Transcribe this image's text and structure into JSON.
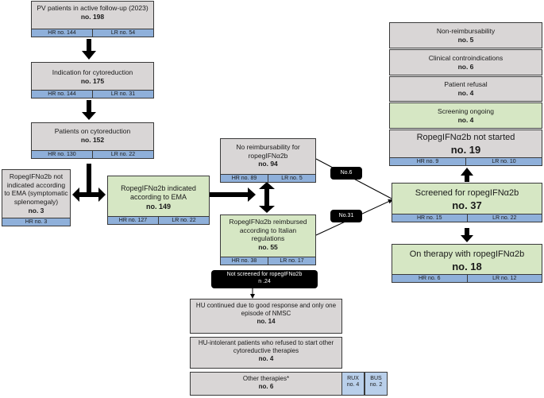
{
  "pv_patients": {
    "label": "PV patients in active follow-up (2023)",
    "num": "no. 198",
    "hr": "HR no. 144",
    "lr": "LR no. 54"
  },
  "indication": {
    "label": "Indication for cytoreduction",
    "num": "no. 175",
    "hr": "HR no. 144",
    "lr": "LR no. 31"
  },
  "on_cyto": {
    "label": "Patients on cytoreduction",
    "num": "no. 152",
    "hr": "HR no. 130",
    "lr": "LR no. 22"
  },
  "not_indicated": {
    "label": "RopegIFNα2b not indicated according to EMA (symptomatic splenomegaly)",
    "num": "no. 3",
    "hr": "HR no. 3"
  },
  "indicated": {
    "label": "RopegIFNα2b indicated according to EMA",
    "num": "no. 149",
    "hr": "HR no. 127",
    "lr": "LR no. 22"
  },
  "no_reimb": {
    "label": "No reimbursability for ropegIFNα2b",
    "num": "no. 94",
    "hr": "HR no. 89",
    "lr": "LR no. 5"
  },
  "reimbursed": {
    "label": "RopegIFNα2b reimbursed according to Italian regulations",
    "num": "no. 55",
    "hr": "HR no. 38",
    "lr": "LR no. 17"
  },
  "tag_no6": "No.6",
  "tag_no31": "No.31",
  "not_screened": {
    "line1": "Not screened for ropegIFNα2b",
    "line2": "n .24"
  },
  "hu_continued": {
    "label": "HU continued due to good response and only one episode of NMSC",
    "num": "no. 14"
  },
  "hu_intolerant": {
    "label": "HU-intolerant patients who refused to start other cytoreductive therapies",
    "num": "no. 4"
  },
  "other_therapies": {
    "label": "Other therapies*",
    "num": "no. 6",
    "rux_label": "RUX",
    "rux_num": "no. 4",
    "bus_label": "BUS",
    "bus_num": "no. 2"
  },
  "non_reimb": {
    "label": "Non-reimbursability",
    "num": "no. 5"
  },
  "clinical_contra": {
    "label": "Clinical controindications",
    "num": "no. 6"
  },
  "refusal": {
    "label": "Patient refusal",
    "num": "no. 4"
  },
  "screening_ongoing": {
    "label": "Screening ongoing",
    "num": "no. 4"
  },
  "not_started": {
    "label": "RopegIFNα2b not started",
    "num": "no. 19",
    "hr": "HR no. 9",
    "lr": "LR no. 10"
  },
  "screened": {
    "label": "Screened for ropegIFNα2b",
    "num": "no. 37",
    "hr": "HR no. 15",
    "lr": "LR no. 22"
  },
  "on_therapy": {
    "label": "On therapy with ropegIFNα2b",
    "num": "no. 18",
    "hr": "HR no. 6",
    "lr": "LR no. 12"
  }
}
